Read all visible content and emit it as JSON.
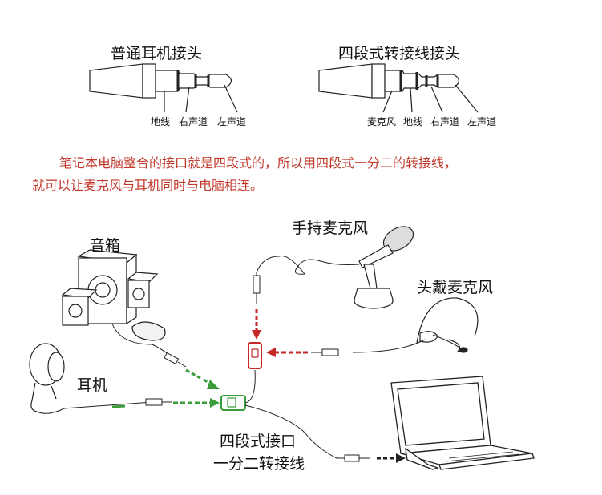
{
  "top": {
    "normal_plug_title": "普通耳机接头",
    "normal_plug_labels": [
      "地线",
      "右声道",
      "左声道"
    ],
    "four_pole_title": "四段式转接线接头",
    "four_pole_labels": [
      "麦克风",
      "地线",
      "右声道",
      "左声道"
    ]
  },
  "note": {
    "line1": "笔记本电脑整合的接口就是四段式的，所以用四段式一分二的转接线，",
    "line2": "就可以让麦克风与耳机同时与电脑相连。"
  },
  "devices": {
    "speaker": "音箱",
    "earphone": "耳机",
    "handheld_mic": "手持麦克风",
    "headset_mic": "头戴麦克风",
    "adapter_line1": "四段式接口",
    "adapter_line2": "一分二转接线"
  },
  "colors": {
    "red_text": "#c0392b",
    "green_arrow": "#3a9d3a",
    "red_arrow": "#c62828",
    "black_arrow": "#222222"
  }
}
